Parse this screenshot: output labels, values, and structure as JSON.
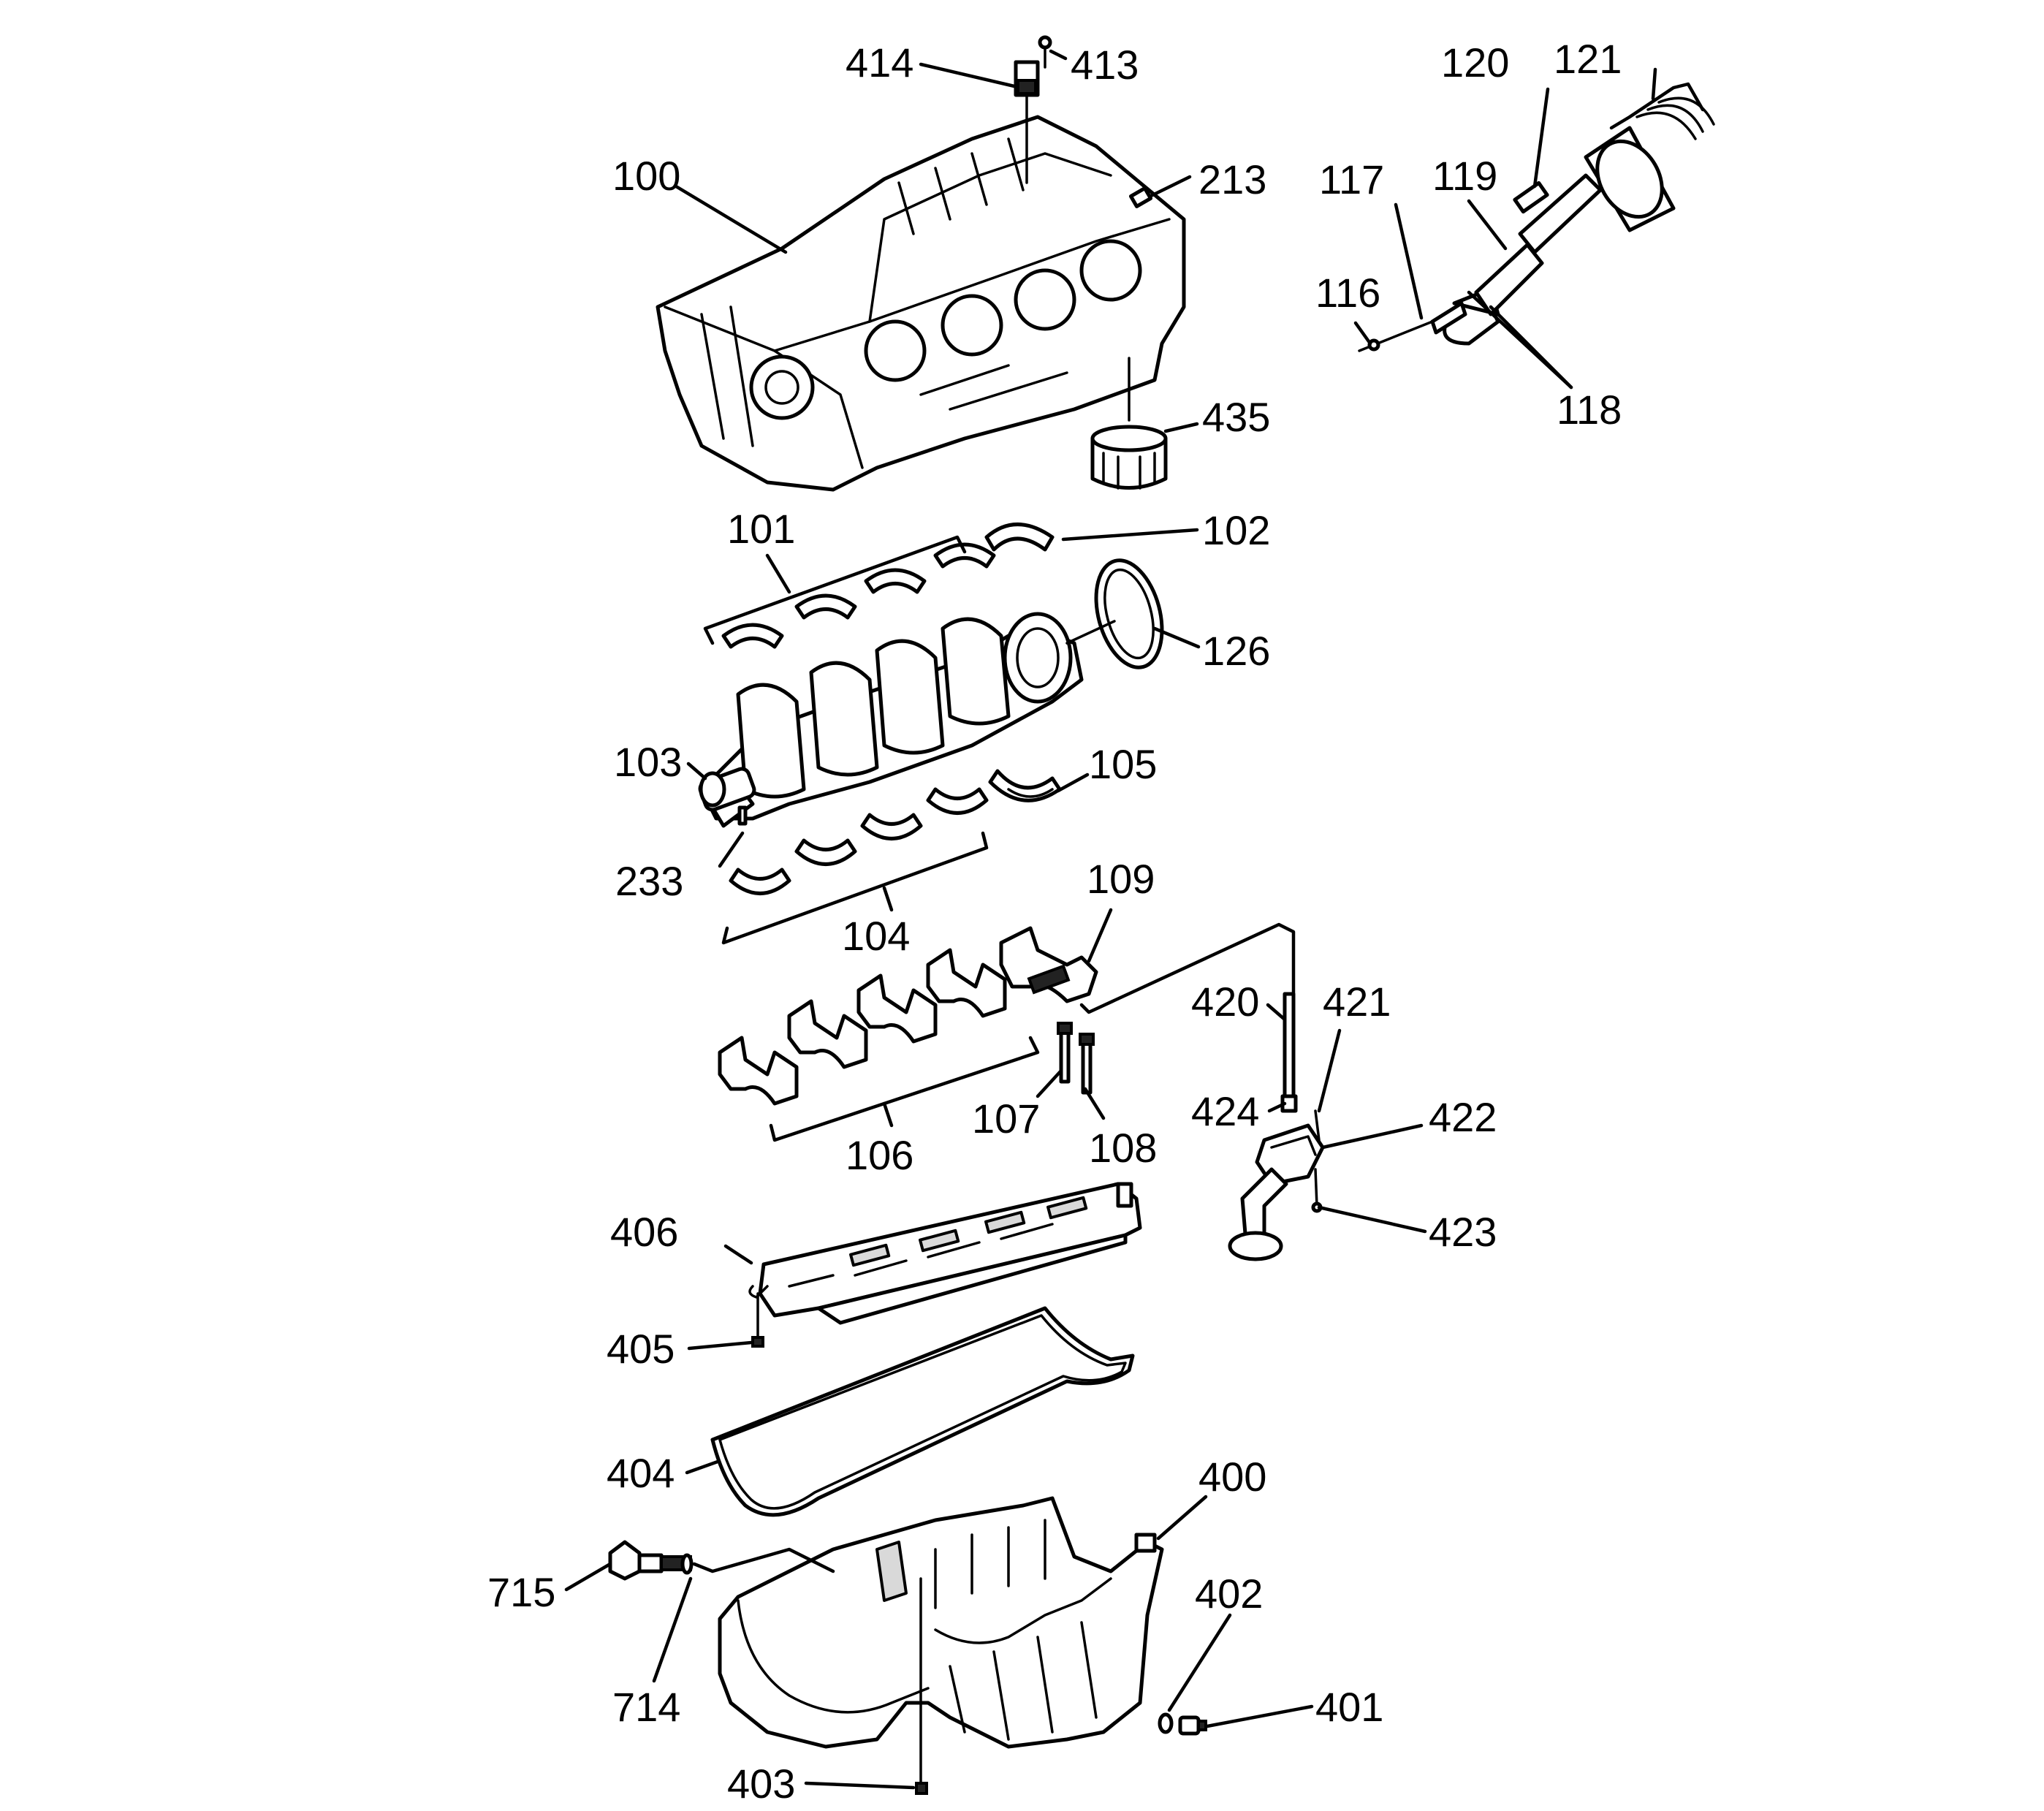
{
  "diagram": {
    "callouts": [
      {
        "id": "414",
        "label": "414"
      },
      {
        "id": "413",
        "label": "413"
      },
      {
        "id": "120",
        "label": "120"
      },
      {
        "id": "121",
        "label": "121"
      },
      {
        "id": "100",
        "label": "100"
      },
      {
        "id": "213",
        "label": "213"
      },
      {
        "id": "117",
        "label": "117"
      },
      {
        "id": "119",
        "label": "119"
      },
      {
        "id": "116",
        "label": "116"
      },
      {
        "id": "118",
        "label": "118"
      },
      {
        "id": "435",
        "label": "435"
      },
      {
        "id": "101",
        "label": "101"
      },
      {
        "id": "102",
        "label": "102"
      },
      {
        "id": "126",
        "label": "126"
      },
      {
        "id": "103",
        "label": "103"
      },
      {
        "id": "105",
        "label": "105"
      },
      {
        "id": "233",
        "label": "233"
      },
      {
        "id": "104",
        "label": "104"
      },
      {
        "id": "109",
        "label": "109"
      },
      {
        "id": "420",
        "label": "420"
      },
      {
        "id": "421",
        "label": "421"
      },
      {
        "id": "424",
        "label": "424"
      },
      {
        "id": "107",
        "label": "107"
      },
      {
        "id": "422",
        "label": "422"
      },
      {
        "id": "108",
        "label": "108"
      },
      {
        "id": "106",
        "label": "106"
      },
      {
        "id": "423",
        "label": "423"
      },
      {
        "id": "406",
        "label": "406"
      },
      {
        "id": "405",
        "label": "405"
      },
      {
        "id": "404",
        "label": "404"
      },
      {
        "id": "400",
        "label": "400"
      },
      {
        "id": "715",
        "label": "715"
      },
      {
        "id": "402",
        "label": "402"
      },
      {
        "id": "714",
        "label": "714"
      },
      {
        "id": "401",
        "label": "401"
      },
      {
        "id": "403",
        "label": "403"
      }
    ]
  }
}
